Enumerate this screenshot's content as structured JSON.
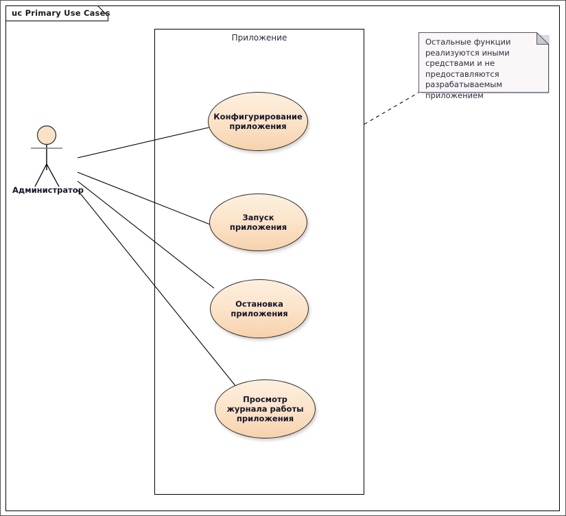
{
  "diagram": {
    "frame_tab_label": "uc Primary Use Cases",
    "type": "uml-use-case-diagram",
    "boundary": {
      "label": "Приложение"
    },
    "actors": [
      {
        "id": "administrator",
        "label": "Администратор",
        "icon": "actor-stick-figure-icon"
      }
    ],
    "use_cases": [
      {
        "id": "uc-configure",
        "label": "Конфигурирование приложения"
      },
      {
        "id": "uc-start",
        "label": "Запуск приложения"
      },
      {
        "id": "uc-stop",
        "label": "Остановка приложения"
      },
      {
        "id": "uc-viewlog",
        "label": "Просмотр журнала работы приложения"
      }
    ],
    "associations": [
      {
        "from": "administrator",
        "to": "uc-configure"
      },
      {
        "from": "administrator",
        "to": "uc-start"
      },
      {
        "from": "administrator",
        "to": "uc-stop"
      },
      {
        "from": "administrator",
        "to": "uc-viewlog"
      }
    ],
    "note": {
      "id": "note-other-functions",
      "text": "Остальные функции реализуются иными средствами и не предоставляются разрабатываемым приложением",
      "anchor": "boundary-right-edge",
      "connector": "dashed"
    },
    "colors": {
      "usecase_fill_light": "#fdf0e0",
      "usecase_fill_mid": "#fbe2c6",
      "usecase_fill_dark": "#f6d2ad",
      "usecase_stroke": "#2a2a2a",
      "actor_head_fill": "#fbe2c6",
      "note_fill": "#fbf6f8",
      "note_stroke": "#555566",
      "note_fold_fill": "#c8c8d0",
      "line_stroke": "#000000",
      "text_color": "#14142b",
      "frame_stroke": "#000000"
    }
  }
}
